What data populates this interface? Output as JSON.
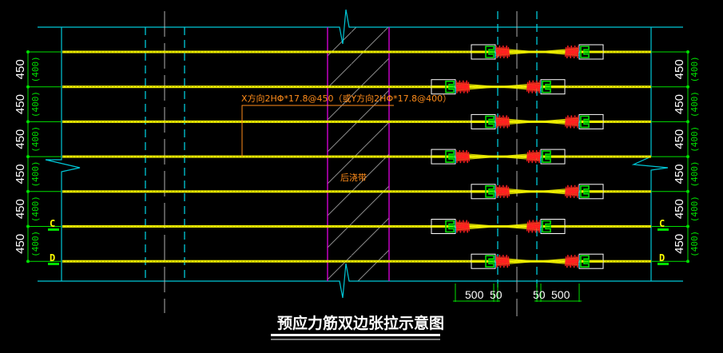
{
  "title": "预应力筋双边张拉示意图",
  "colors": {
    "background": "#000000",
    "frame": "#00c8d8",
    "tendon": "#f0f000",
    "anchor": "#00e000",
    "spiral": "#ff2020",
    "pour_strip": "#e000e0",
    "hatch": "#808080",
    "dimension": "#00e000",
    "note": "#ff8c1a",
    "axis": "#ffff00",
    "text": "#ffffff"
  },
  "tendon_note": "X方向2HΦ*17.8@450（或Y方向2HΦ*17.8@400）",
  "pour_strip_label": "后浇带",
  "spacing": {
    "left": [
      {
        "main": "450",
        "alt": "(400)"
      },
      {
        "main": "450",
        "alt": "(400)"
      },
      {
        "main": "450",
        "alt": "(400)"
      },
      {
        "main": "450",
        "alt": "(400)"
      },
      {
        "main": "450",
        "alt": "(400)"
      },
      {
        "main": "450",
        "alt": "(400)"
      }
    ],
    "right": [
      {
        "main": "450",
        "alt": "(400)"
      },
      {
        "main": "450",
        "alt": "(400)"
      },
      {
        "main": "450",
        "alt": "(400)"
      },
      {
        "main": "450",
        "alt": "(400)"
      },
      {
        "main": "450",
        "alt": "(400)"
      },
      {
        "main": "450",
        "alt": "(400)"
      }
    ]
  },
  "axis_labels": {
    "left": [
      "C",
      "D"
    ],
    "right": [
      "C",
      "D"
    ]
  },
  "bottom_dims": {
    "left": [
      "500",
      "50"
    ],
    "right": [
      "50",
      "500"
    ]
  },
  "tendon_count": 7
}
